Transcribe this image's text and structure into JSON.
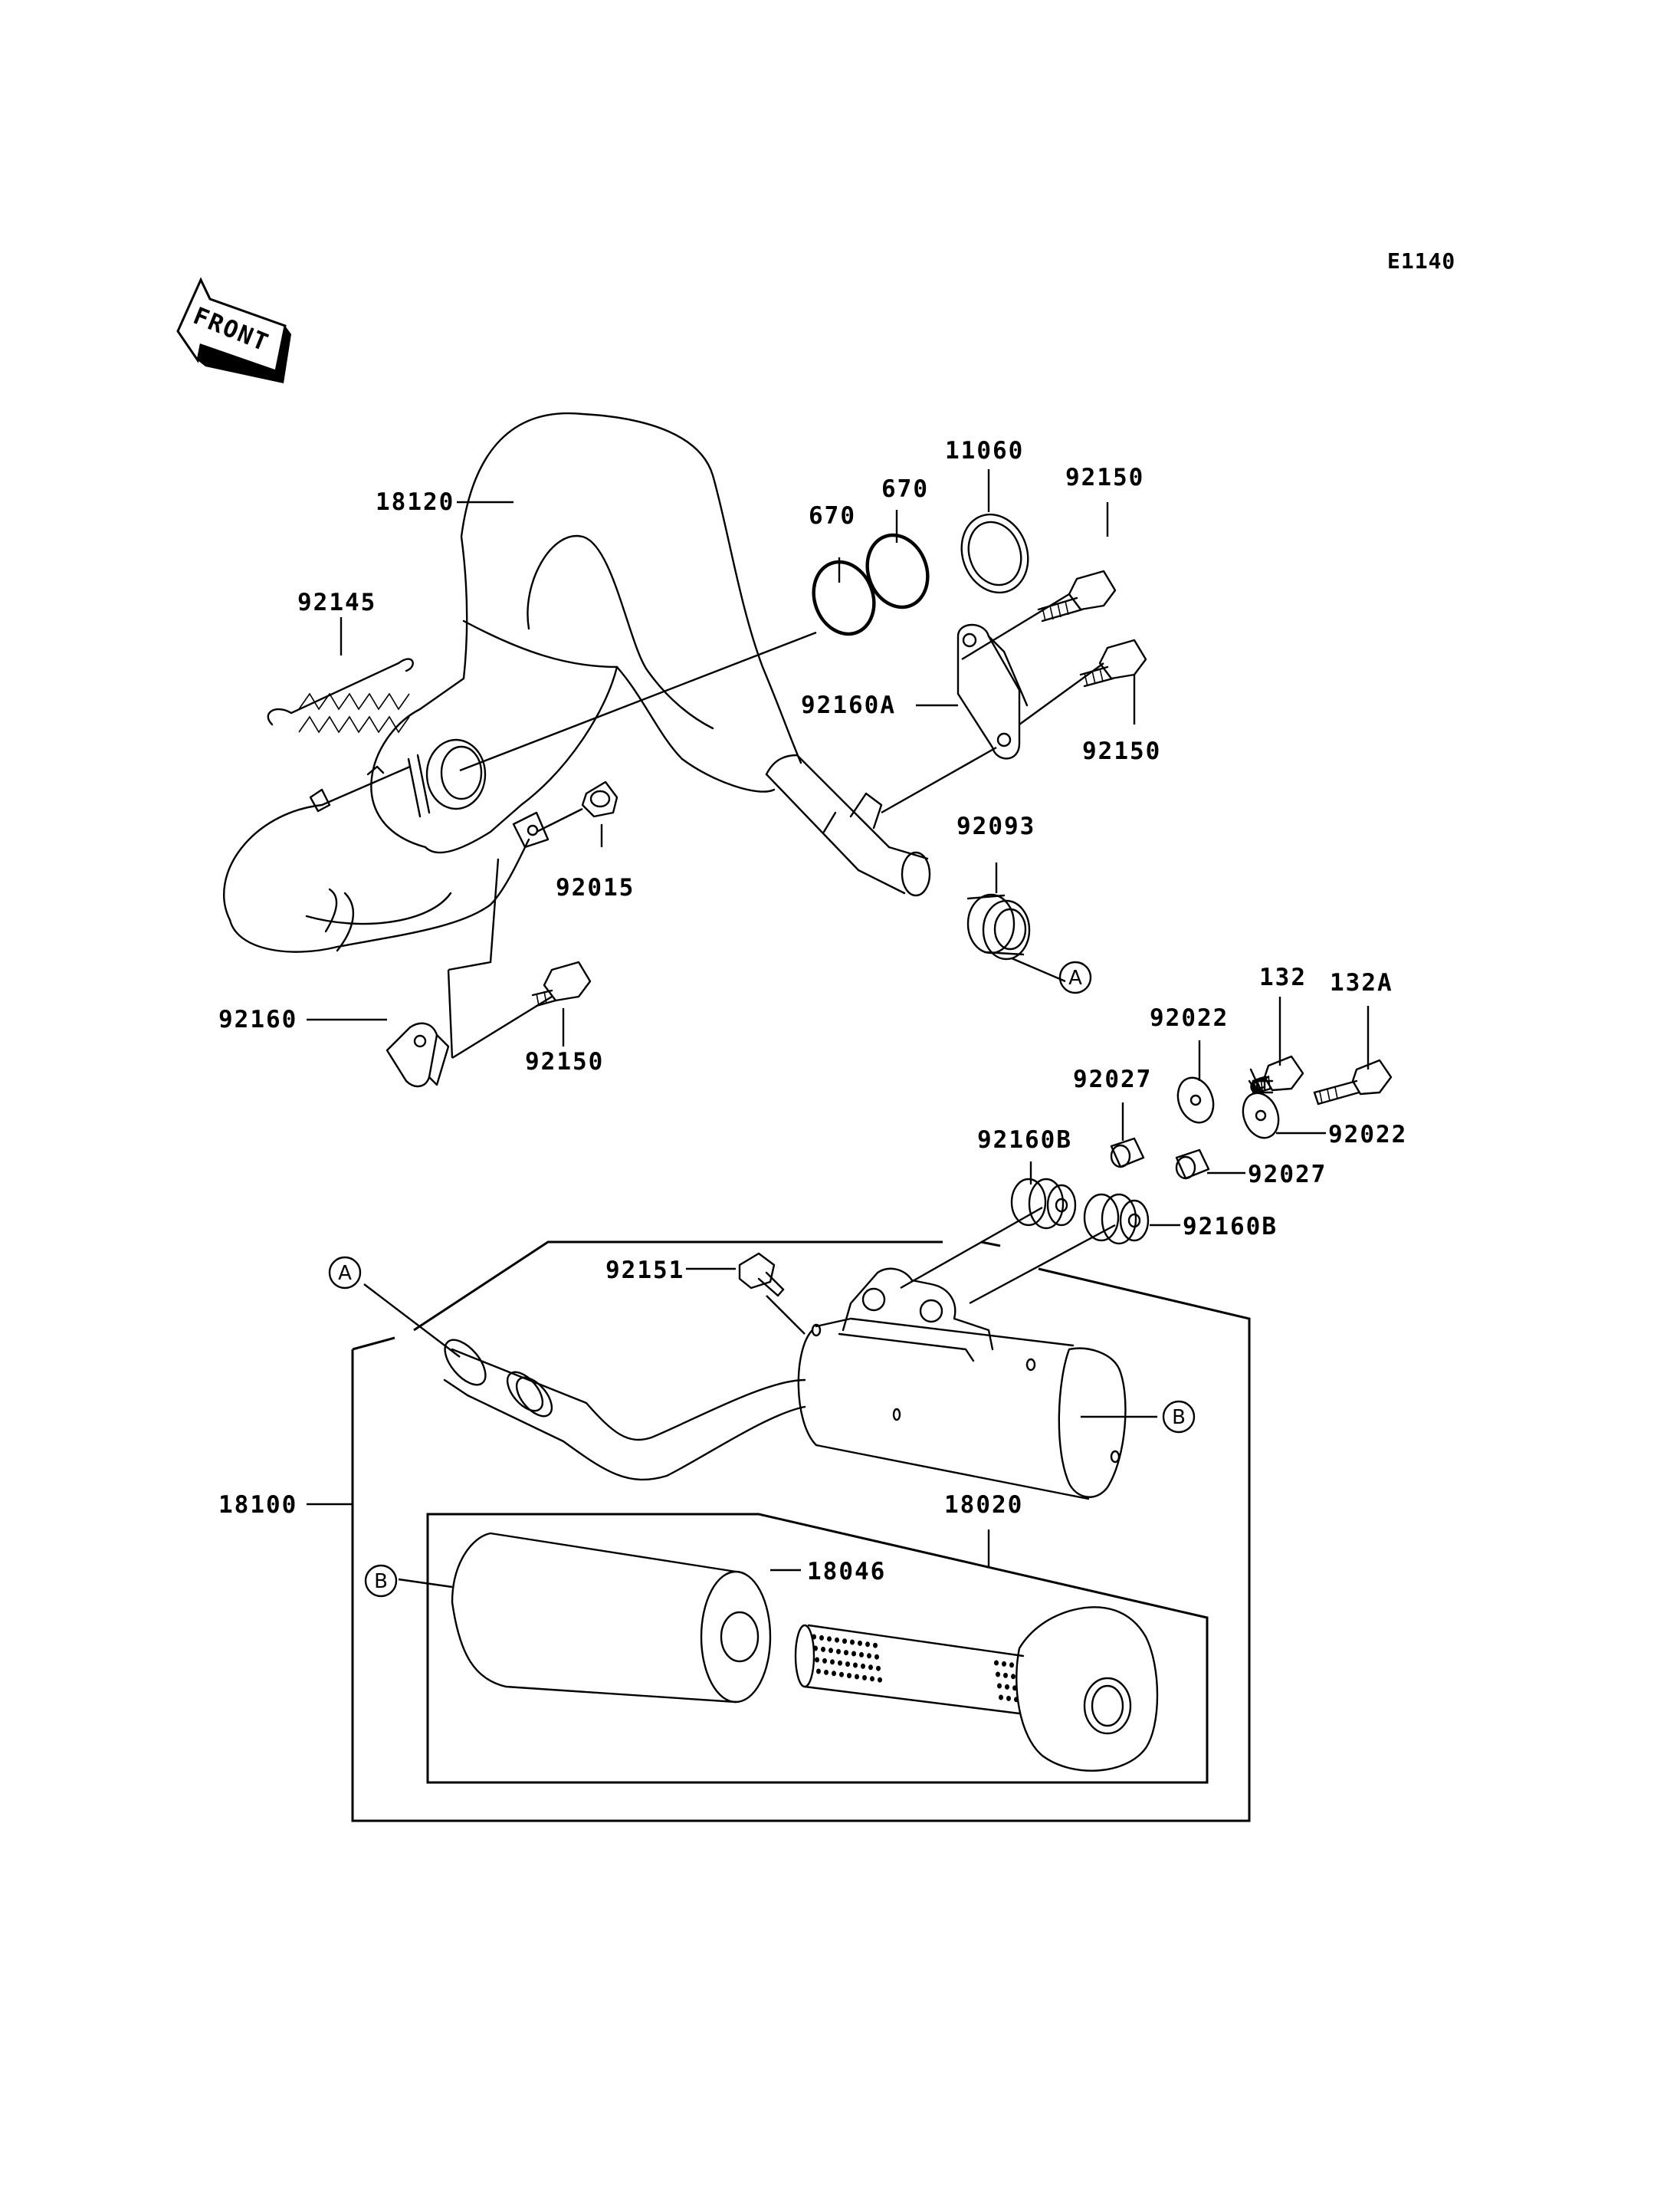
{
  "diagram": {
    "reference": "E1140",
    "front_label": "FRONT",
    "callouts": {
      "a": "A",
      "b": "B"
    },
    "parts": [
      {
        "key": "p18120",
        "number": "18120"
      },
      {
        "key": "p92145",
        "number": "92145"
      },
      {
        "key": "p670a",
        "number": "670"
      },
      {
        "key": "p670b",
        "number": "670"
      },
      {
        "key": "p11060",
        "number": "11060"
      },
      {
        "key": "p92150a",
        "number": "92150"
      },
      {
        "key": "p92160A",
        "number": "92160A"
      },
      {
        "key": "p92150b",
        "number": "92150"
      },
      {
        "key": "p92093",
        "number": "92093"
      },
      {
        "key": "p92015",
        "number": "92015"
      },
      {
        "key": "p92160",
        "number": "92160"
      },
      {
        "key": "p92150c",
        "number": "92150"
      },
      {
        "key": "p132",
        "number": "132"
      },
      {
        "key": "p132A",
        "number": "132A"
      },
      {
        "key": "p92022a",
        "number": "92022"
      },
      {
        "key": "p92027a",
        "number": "92027"
      },
      {
        "key": "p92022b",
        "number": "92022"
      },
      {
        "key": "p92160Ba",
        "number": "92160B"
      },
      {
        "key": "p92027b",
        "number": "92027"
      },
      {
        "key": "p92160Bb",
        "number": "92160B"
      },
      {
        "key": "p92151",
        "number": "92151"
      },
      {
        "key": "p18100",
        "number": "18100"
      },
      {
        "key": "p18020",
        "number": "18020"
      },
      {
        "key": "p18046",
        "number": "18046"
      }
    ]
  }
}
